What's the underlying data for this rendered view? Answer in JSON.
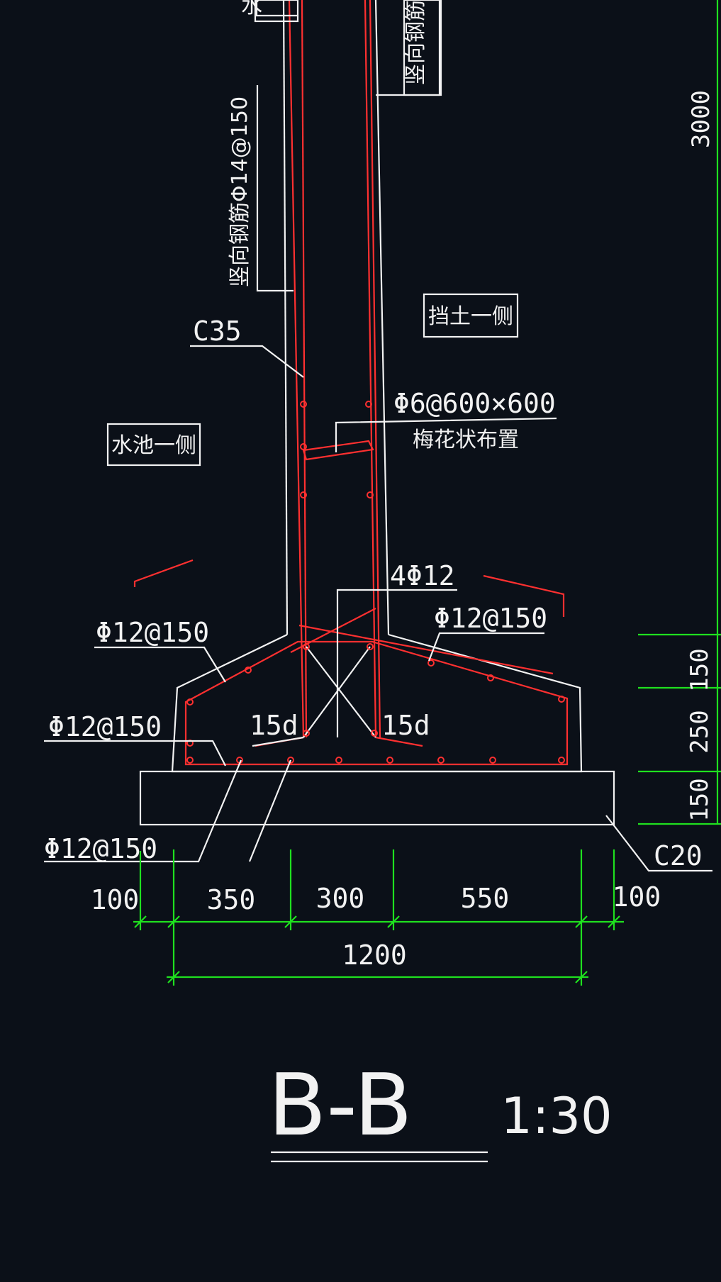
{
  "drawing": {
    "section_title": "B-B",
    "scale": "1:30",
    "labels": {
      "top_cut": "水",
      "vertical_bar_top": "竖向钢筋Φ",
      "vertical_bar": "竖向钢筋Φ14@150",
      "concrete_wall": "C35",
      "soil_side": "挡土一侧",
      "pool_side": "水池一侧",
      "tie_bar": "Φ6@600×600",
      "tie_layout": "梅花状布置",
      "corner_bars": "4Φ12",
      "rebar_left_slope": "Φ12@150",
      "rebar_right_slope": "Φ12@150",
      "rebar_side": "Φ12@150",
      "rebar_bottom": "Φ12@150",
      "anchor_left": "15d",
      "anchor_right": "15d",
      "concrete_base": "C20"
    },
    "dims_horizontal": [
      "100",
      "350",
      "300",
      "550",
      "100"
    ],
    "dim_total": "1200",
    "dims_vertical": [
      "150",
      "250",
      "150"
    ],
    "dim_height": "3000"
  },
  "colors": {
    "background": "#0b1018",
    "line": "#f2f2f2",
    "rebar": "#ff3030",
    "dimension": "#1fe01f"
  }
}
